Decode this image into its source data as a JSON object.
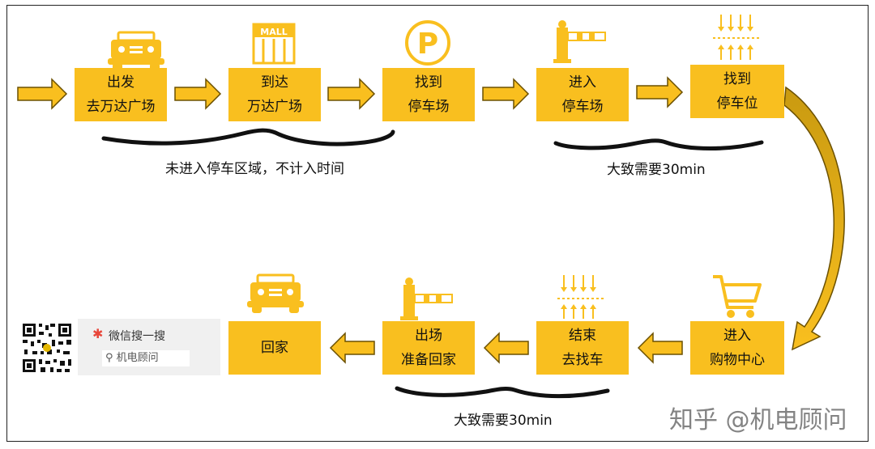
{
  "steps": [
    {
      "line1": "出发",
      "line2": "去万达广场"
    },
    {
      "line1": "到达",
      "line2": "万达广场"
    },
    {
      "line1": "找到",
      "line2": "停车场"
    },
    {
      "line1": "进入",
      "line2": "停车场"
    },
    {
      "line1": "找到",
      "line2": "停车位"
    },
    {
      "line1": "进入",
      "line2": "购物中心"
    },
    {
      "line1": "结束",
      "line2": "去找车"
    },
    {
      "line1": "出场",
      "line2": "准备回家"
    },
    {
      "line1": "回家",
      "line2": ""
    }
  ],
  "icons": {
    "step1": "car-icon",
    "step2": "mall-icon",
    "step3": "parking-p-icon",
    "step4": "barrier-gate-icon",
    "step5": "parking-space-arrows-icon",
    "step6": "shopping-cart-icon",
    "step7": "parking-space-arrows-icon",
    "step8": "barrier-gate-icon",
    "step9": "car-icon"
  },
  "mall_sign": "MALL",
  "parking_sign": "P",
  "notes": {
    "not_counted": "未进入停车区域，不计入时间",
    "approx_top": "大致需要30min",
    "approx_bottom": "大致需要30min"
  },
  "wechat": {
    "label": "微信搜一搜",
    "search_value": "机电顾问"
  },
  "watermark": "知乎 @机电顾问",
  "colors": {
    "box": "#F9BF1F",
    "arrow": "#F9BF1F",
    "arrow_outline": "#6b5000",
    "brace": "#111111"
  }
}
